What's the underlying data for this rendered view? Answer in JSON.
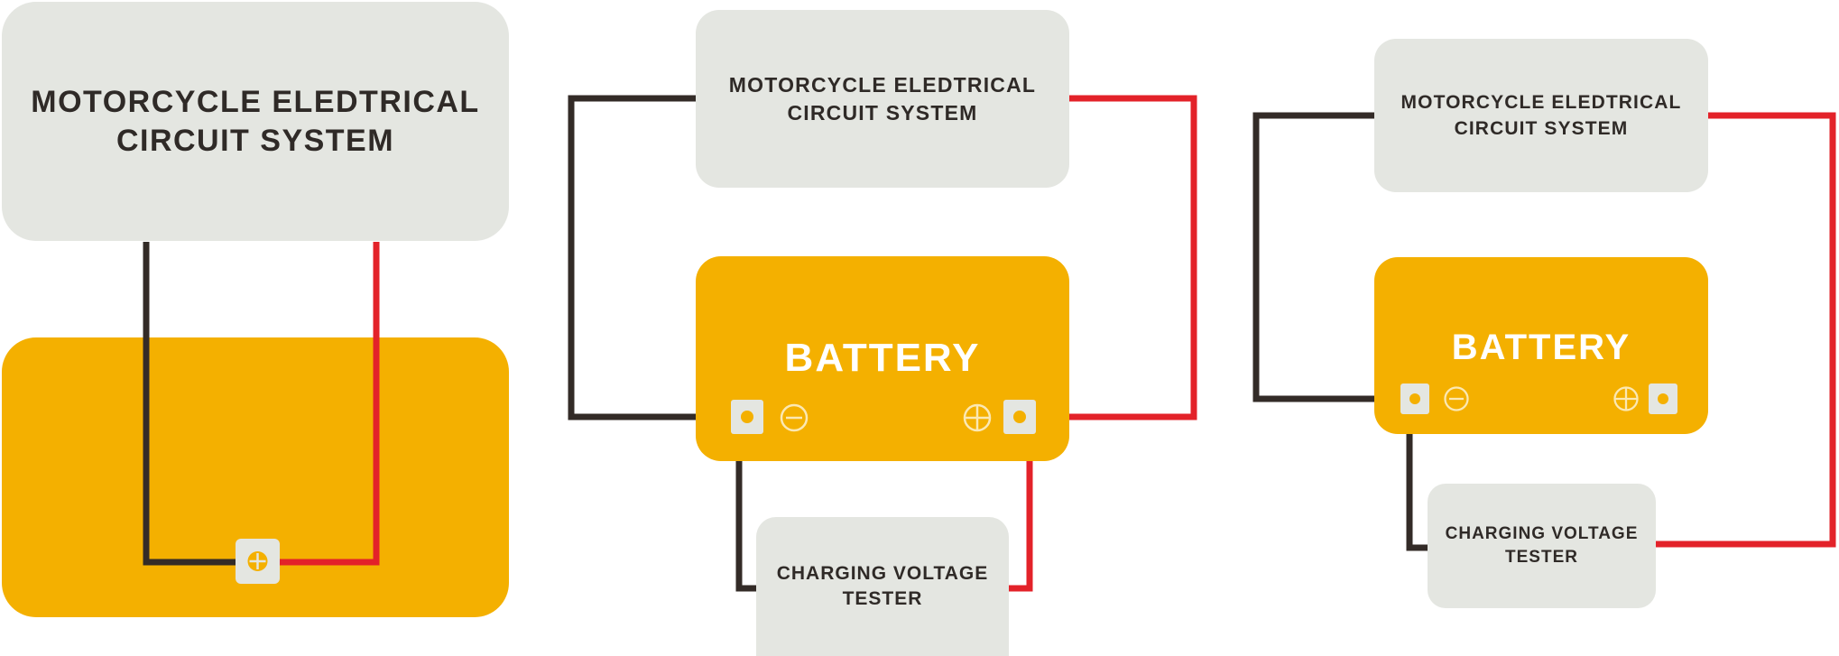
{
  "colors": {
    "negative_wire": "#332b27",
    "positive_wire": "#e32229",
    "battery": "#f4b000",
    "panel": "#e4e6e1",
    "panel_text": "#2f2a27",
    "battery_text": "#ffffff"
  },
  "diagram1": {
    "system_label": "MOTORCYCLE ELEDTRICAL\nCIRCUIT SYSTEM",
    "terminal_icon": "plus-circle-icon"
  },
  "diagram2": {
    "system_label": "MOTORCYCLE ELEDTRICAL\nCIRCUIT SYSTEM",
    "battery_label": "BATTERY",
    "tester_label": "CHARGING VOLTAGE\nTESTER",
    "negative_symbol": "⊖",
    "positive_symbol": "⊕"
  },
  "diagram3": {
    "system_label": "MOTORCYCLE ELEDTRICAL\nCIRCUIT SYSTEM",
    "battery_label": "BATTERY",
    "tester_label": "CHARGING VOLTAGE\nTESTER",
    "negative_symbol": "⊖",
    "positive_symbol": "⊕"
  }
}
